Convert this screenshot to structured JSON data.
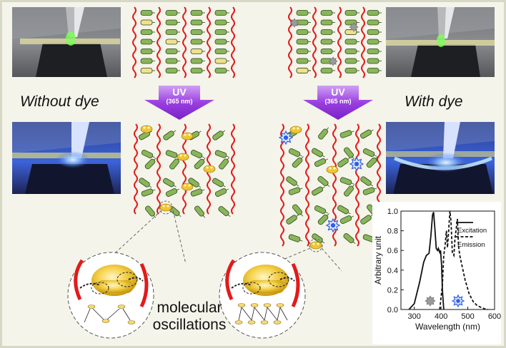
{
  "labels": {
    "without_dye": "Without dye",
    "with_dye": "With dye",
    "uv_left": "UV",
    "uv_left_sub": "(365 nm)",
    "uv_right": "UV",
    "uv_right_sub": "(365 nm)",
    "caption_line1": "molecular",
    "caption_line2": "oscillations"
  },
  "colors": {
    "frame": "#d8d8c6",
    "polymer_chain": "#e21b1b",
    "mesogen_green": "#8ab55a",
    "mesogen_yellow": "#f0e08e",
    "uv_arrow": "#9a3fe0",
    "dye_blue": "#2f5fe6",
    "dye_grey": "#9a9a9a"
  },
  "chart_data": {
    "type": "line",
    "xlabel": "Wavelength (nm)",
    "ylabel": "Arbitrary unit",
    "xlim": [
      250,
      600
    ],
    "ylim": [
      0,
      1.0
    ],
    "x_ticks": [
      300,
      400,
      500,
      600
    ],
    "y_ticks": [
      0.0,
      0.2,
      0.4,
      0.6,
      0.8,
      1.0
    ],
    "legend_position": "top-right",
    "series": [
      {
        "name": "Excitation",
        "style": "solid",
        "points": [
          [
            280,
            0
          ],
          [
            300,
            0.06
          ],
          [
            320,
            0.28
          ],
          [
            335,
            0.48
          ],
          [
            345,
            0.55
          ],
          [
            355,
            0.57
          ],
          [
            362,
            0.75
          ],
          [
            368,
            0.96
          ],
          [
            372,
            0.99
          ],
          [
            377,
            0.82
          ],
          [
            382,
            0.62
          ],
          [
            387,
            0.6
          ],
          [
            390,
            0.62
          ],
          [
            395,
            0.58
          ],
          [
            398,
            0.6
          ],
          [
            402,
            0.45
          ],
          [
            405,
            0.2
          ],
          [
            410,
            0
          ]
        ]
      },
      {
        "name": "Emission",
        "style": "dashed",
        "points": [
          [
            395,
            0
          ],
          [
            405,
            0.25
          ],
          [
            410,
            0.55
          ],
          [
            415,
            0.65
          ],
          [
            420,
            0.8
          ],
          [
            424,
            0.63
          ],
          [
            428,
            0.78
          ],
          [
            433,
            1.0
          ],
          [
            437,
            0.9
          ],
          [
            442,
            0.58
          ],
          [
            448,
            0.55
          ],
          [
            452,
            0.72
          ],
          [
            457,
            0.83
          ],
          [
            461,
            0.92
          ],
          [
            465,
            0.65
          ],
          [
            470,
            0.55
          ],
          [
            478,
            0.45
          ],
          [
            490,
            0.3
          ],
          [
            505,
            0.16
          ],
          [
            520,
            0.08
          ],
          [
            535,
            0.04
          ],
          [
            550,
            0.02
          ],
          [
            565,
            0.005
          ],
          [
            575,
            0
          ]
        ]
      }
    ]
  }
}
